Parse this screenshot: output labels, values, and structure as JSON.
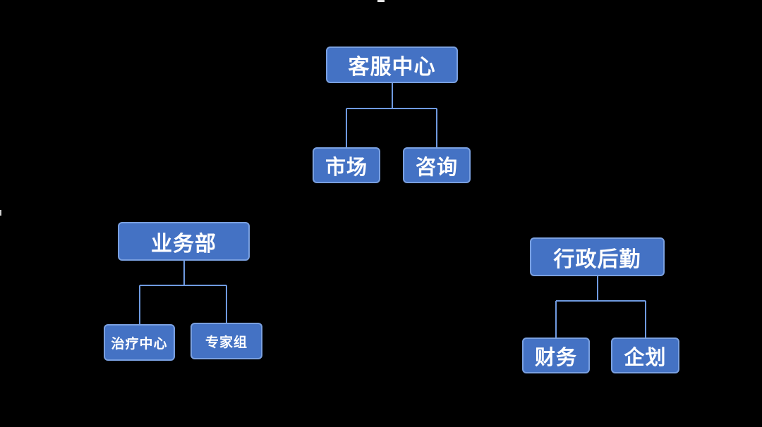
{
  "colors": {
    "background": "#000000",
    "node_fill": "#4472C4",
    "node_border": "#7aa0e0",
    "connector": "#6f9ae0",
    "text": "#ffffff"
  },
  "diagram": {
    "groups": [
      {
        "parent": {
          "label": "客服中心"
        },
        "children": [
          {
            "label": "市场"
          },
          {
            "label": "咨询"
          }
        ]
      },
      {
        "parent": {
          "label": "业务部"
        },
        "children": [
          {
            "label": "治疗中心"
          },
          {
            "label": "专家组"
          }
        ]
      },
      {
        "parent": {
          "label": "行政后勤"
        },
        "children": [
          {
            "label": "财务"
          },
          {
            "label": "企划"
          }
        ]
      }
    ]
  }
}
